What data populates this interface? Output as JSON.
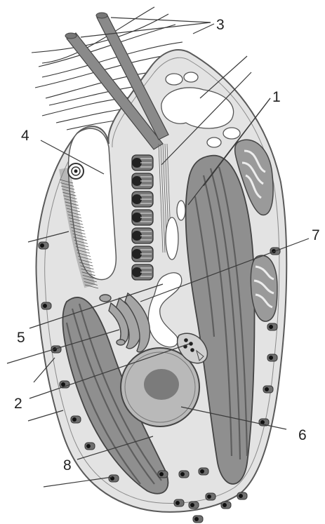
{
  "labels": [
    {
      "id": "1",
      "text": "1"
    },
    {
      "id": "2",
      "text": "2"
    },
    {
      "id": "3",
      "text": "3"
    },
    {
      "id": "4",
      "text": "4"
    },
    {
      "id": "5",
      "text": "5"
    },
    {
      "id": "6",
      "text": "6"
    },
    {
      "id": "7",
      "text": "7"
    },
    {
      "id": "8",
      "text": "8"
    }
  ],
  "colors": {
    "cell_fill": "#e3e3e3",
    "cell_stroke": "#5a5a5a",
    "chloroplast_fill": "#8f8f8f",
    "chloroplast_dark": "#5e5e5e",
    "mito_fill": "#9a9a9a",
    "nucleus_fill": "#b9b9b9",
    "nucleolus_fill": "#7b7b7b",
    "flagella_fill": "#8a8a8a",
    "vacuole_fill": "#ffffff"
  }
}
